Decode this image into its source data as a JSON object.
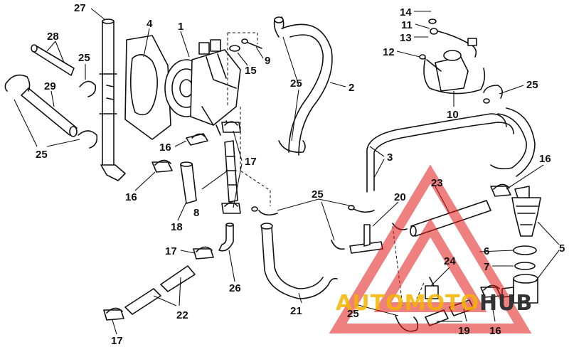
{
  "callouts": {
    "c27": "27",
    "c1": "1",
    "c4": "4",
    "c28": "28",
    "c25a": "25",
    "c29": "29",
    "c25b": "25",
    "c9": "9",
    "c15": "15",
    "c25c": "25",
    "c2": "2",
    "c14": "14",
    "c11": "11",
    "c13": "13",
    "c12": "12",
    "c25d": "25",
    "c10": "10",
    "c16a": "16",
    "c17a": "17",
    "c3": "3",
    "c16b": "16",
    "c16c": "16",
    "c8": "8",
    "c18": "18",
    "c25e": "25",
    "c20": "20",
    "c23": "23",
    "c5": "5",
    "c6": "6",
    "c7": "7",
    "c17b": "17",
    "c26": "26",
    "c24": "24",
    "c21": "21",
    "c22": "22",
    "c25f": "25",
    "c19": "19",
    "c16d": "16",
    "c17c": "17"
  },
  "watermark": {
    "part1": "AUTO",
    "part2": "MOTO",
    "part3": "HUB",
    "color_yellow": "#f5b400",
    "color_red": "#e01818",
    "color_dark": "#333333"
  }
}
